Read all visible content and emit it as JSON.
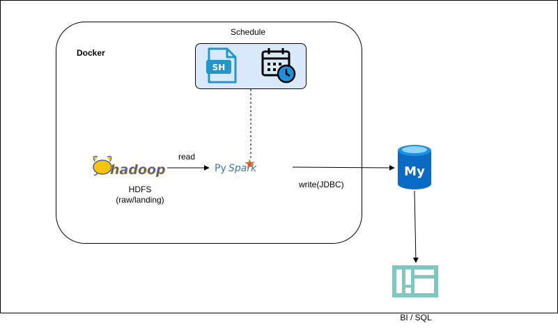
{
  "docker": {
    "label": "Docker"
  },
  "schedule": {
    "label": "Schedule",
    "script_icon_text": "SH"
  },
  "hdfs": {
    "logo_text": "hadoop",
    "label_line1": "HDFS",
    "label_line2": "(raw/landing)"
  },
  "pyspark": {
    "logo_py": "Py",
    "logo_spark": "Spark"
  },
  "edges": {
    "read": "read",
    "write": "write(JDBC)"
  },
  "mysql": {
    "logo_text": "My"
  },
  "bi": {
    "label": "BI / SQL"
  },
  "colors": {
    "schedule_fill": "#dae8fc",
    "sh_icon": "#2196c9",
    "calendar_accent": "#1f8fd8",
    "hadoop_yellow": "#f6c400",
    "hadoop_blue": "#4c5aa5",
    "pyspark_orange": "#e25a1c",
    "pyspark_blue": "#3c78aa",
    "mysql_blue": "#0b6bc4",
    "bi_teal": "#7ec8c1"
  },
  "icons": [
    "sh-script-icon",
    "calendar-clock-icon",
    "hadoop-logo",
    "pyspark-logo",
    "mysql-icon",
    "dashboard-icon"
  ]
}
